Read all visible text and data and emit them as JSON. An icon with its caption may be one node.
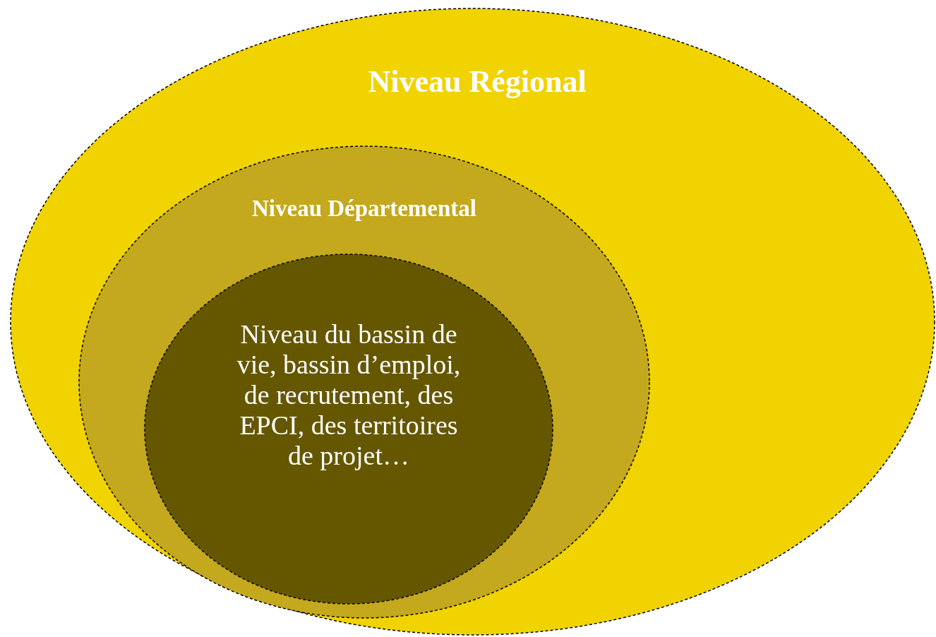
{
  "diagram": {
    "nodes": [
      {
        "text": [
          "Niveau Régional"
        ]
      },
      {
        "text": [
          "Niveau Départemental"
        ],
        "in": 0
      },
      {
        "text": [
          "Niveau du bassin de vie, bassin d’emploi, de recrutement, des EPCI, des territoires de projet…"
        ],
        "in": 1
      }
    ]
  }
}
